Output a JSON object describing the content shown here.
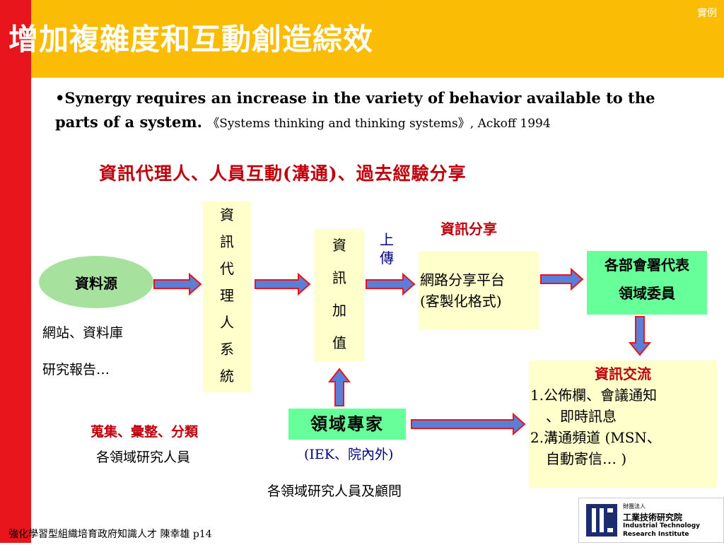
{
  "header": {
    "title": "增加複雜度和互動創造綜效",
    "corner_tag": "實例"
  },
  "quote": {
    "text": "•Synergy requires an increase in the variety of behavior available to the parts of a system.",
    "citation": "《Systems thinking and thinking systems》, Ackoff 1994"
  },
  "section_title": "資訊代理人、人員互動(溝通)、過去經驗分享",
  "nodes": {
    "source": {
      "label": "資料源",
      "desc_1": "網站、資料庫",
      "desc_2": "研究報告…"
    },
    "agent": {
      "chars": [
        "資",
        "訊",
        "代",
        "理",
        "人",
        "系",
        "統"
      ]
    },
    "value_add": {
      "chars": [
        "資",
        "訊",
        "加",
        "值"
      ],
      "upload": "上傳"
    },
    "platform": {
      "heading": "資訊分享",
      "line_1": "網路分享平台",
      "line_2": "(客製化格式)"
    },
    "representatives": {
      "line_1": "各部會署代表",
      "line_2": "領域委員"
    },
    "exchange": {
      "heading": "資訊交流",
      "item_1a": "1.公佈欄、會議通知",
      "item_1b": "、即時訊息",
      "item_2a": "2.溝通頻道 (MSN、",
      "item_2b": "自動寄信… )"
    },
    "expert": {
      "label": "領域專家",
      "sub": "(IEK、院內外)",
      "desc": "各領域研究人員及顧問"
    },
    "collect": {
      "label": "蒐集、彙整、分類",
      "desc": "各領域研究人員"
    }
  },
  "footer": {
    "text": "強化學習型組織培育政府知識人才 陳幸雄 p14"
  },
  "logo": {
    "prefix": "財團法人",
    "name_zh": "工業技術研究院",
    "name_en_1": "Industrial Technology",
    "name_en_2": "Research Institute"
  },
  "colors": {
    "header_bg": "#FBBC05",
    "side_bar": "#E8161C",
    "accent_red": "#C0000C",
    "box_yellow": "#FFFFCC",
    "box_green": "#66FF99",
    "ellipse_green": "#A6E29E",
    "arrow_blue": "#5B7FD6"
  }
}
